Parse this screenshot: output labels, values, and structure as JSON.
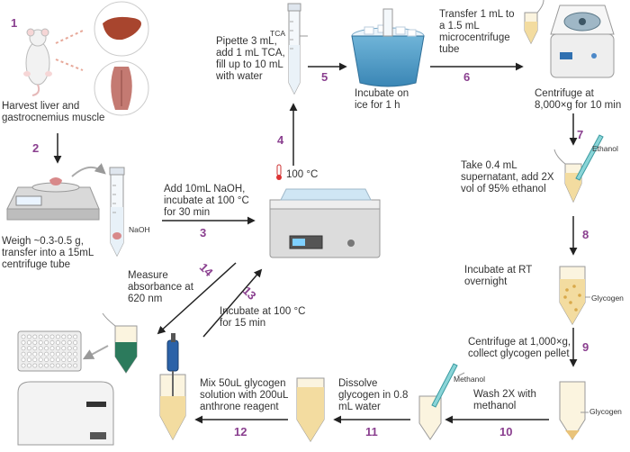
{
  "steps": [
    {
      "num": "1",
      "text": "Harvest liver and gastrocnemius muscle"
    },
    {
      "num": "2",
      "text": "Weigh ~0.3-0.5 g, transfer  into a 15mL centrifuge tube"
    },
    {
      "num": "3",
      "text": "Add 10mL NaOH, incubate at 100 °C for 30 min"
    },
    {
      "num": "4",
      "text": "100 °C"
    },
    {
      "num": "5",
      "text": "Pipette 3 mL, add 1 mL TCA, fill up to 10 mL with water"
    },
    {
      "num": "6",
      "text": "Transfer 1 mL to a 1.5 mL microcentrifuge tube"
    },
    {
      "num": "7",
      "text": "Take 0.4 mL supernatant, add 2X vol of 95% ethanol"
    },
    {
      "num": "8",
      "text": "Incubate at RT overnight"
    },
    {
      "num": "9",
      "text": "Centrifuge at 1,000×g, collect glycogen pellet"
    },
    {
      "num": "10",
      "text": "Wash 2X with methanol"
    },
    {
      "num": "11",
      "text": "Dissolve glycogen in 0.8 mL water"
    },
    {
      "num": "12",
      "text": "Mix 50uL glycogen solution with 200uL anthrone reagent"
    },
    {
      "num": "13",
      "text": "Incubate at 100 °C for 15 min"
    },
    {
      "num": "14",
      "text": "Measure absorbance at 620 nm"
    }
  ],
  "labels": {
    "incubate_ice": "Incubate on ice for 1 h",
    "centrifuge_8000": "Centrifuge at 8,000×g for 10 min",
    "tca": "TCA",
    "naoh": "NaOH",
    "ethanol": "Ethanol",
    "glycogen": "Glycogen",
    "glycogen2": "Glycogen",
    "methanol": "Methanol"
  },
  "colors": {
    "step_number": "#8a3f8f",
    "arrow": "#222222",
    "tube_liquid": "#f3dca0",
    "liver": "#a8452e",
    "muscle": "#c47a72",
    "teal_liquid": "#2c7a5c"
  }
}
